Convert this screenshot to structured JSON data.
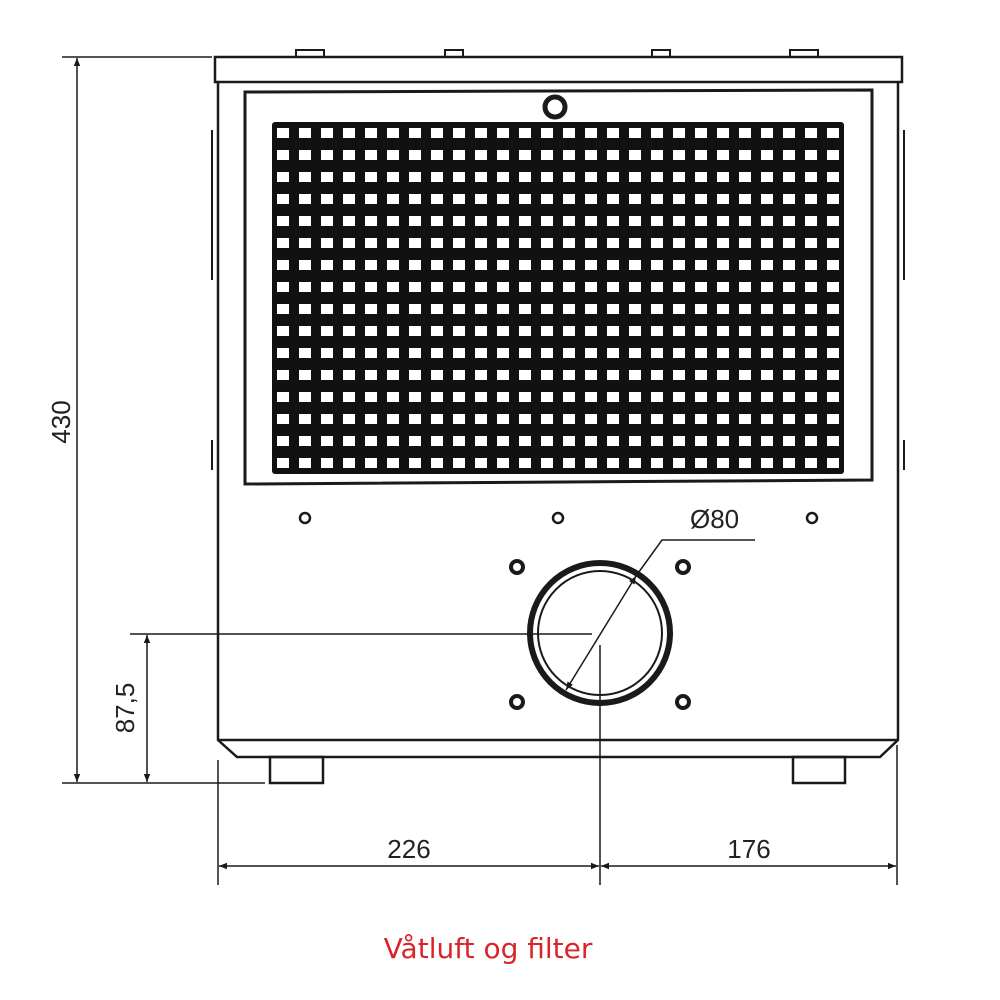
{
  "dimensions": {
    "height_total": "430",
    "inlet_height": "87,5",
    "width_left": "226",
    "width_right": "176",
    "diameter": "Ø80"
  },
  "caption": "Våtluft og filter",
  "colors": {
    "caption": "#d9252a",
    "line": "#1a1a1a"
  },
  "grille": {
    "columns": 26,
    "rows": 16
  }
}
